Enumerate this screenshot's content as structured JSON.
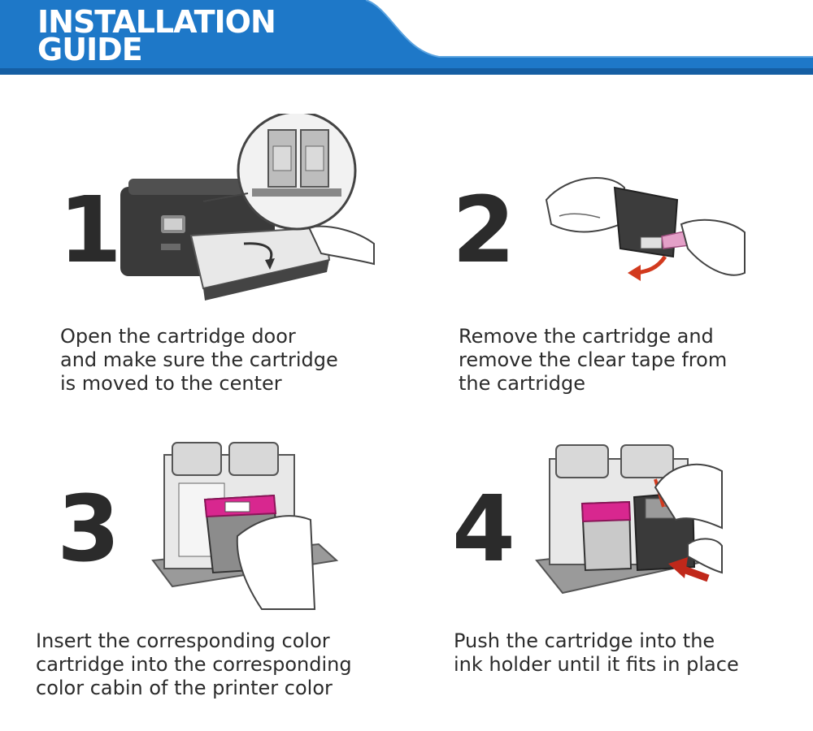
{
  "header": {
    "title_line1": "INSTALLATION",
    "title_line2": "GUIDE",
    "color": "#1e78c8"
  },
  "steps": [
    {
      "number": "1",
      "lines": [
        "Open the cartridge door",
        "and make sure the cartridge",
        "is moved to the center"
      ]
    },
    {
      "number": "2",
      "lines": [
        "Remove the cartridge and",
        "remove the clear tape from",
        "the cartridge"
      ]
    },
    {
      "number": "3",
      "lines": [
        "Insert the corresponding color",
        "cartridge into the corresponding",
        "color cabin of the printer color"
      ]
    },
    {
      "number": "4",
      "lines": [
        "Push the cartridge into the",
        "ink holder until it fits in place"
      ]
    }
  ],
  "icons": {
    "step1": "printer-open-door-icon",
    "step2": "remove-tape-icon",
    "step3": "insert-cartridge-icon",
    "step4": "push-cartridge-icon"
  }
}
